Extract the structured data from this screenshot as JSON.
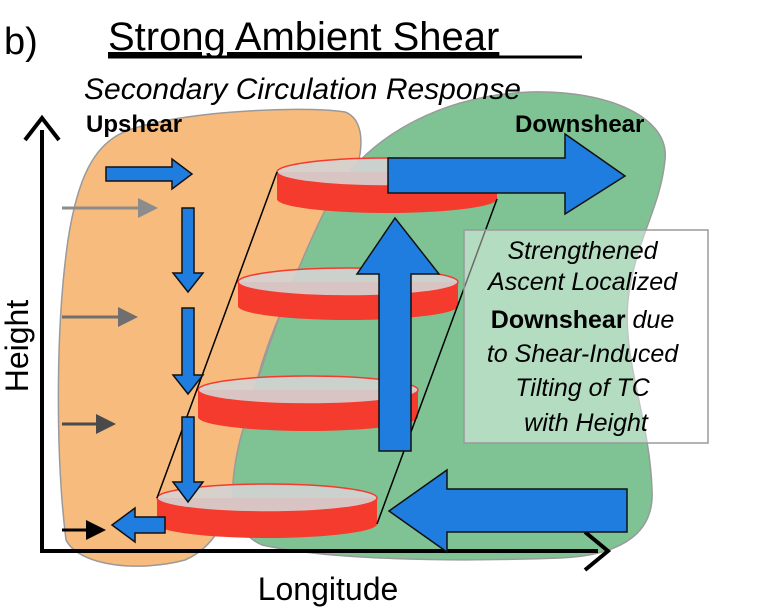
{
  "panel_label": "b)",
  "title": "Strong Ambient Shear",
  "subtitle": "Secondary Circulation Response",
  "region_labels": {
    "upshear": "Upshear",
    "downshear": "Downshear"
  },
  "axes": {
    "ylabel": "Height",
    "xlabel": "Longitude"
  },
  "annotation": {
    "lines": [
      "Strengthened",
      "Ascent Localized",
      {
        "bold": "Downshear",
        "italic": " due"
      },
      "to Shear-Induced",
      "Tilting of TC",
      "with Height"
    ]
  },
  "colors": {
    "upshear_region": "#f7bb7e",
    "downshear_region": "#7fc394",
    "arrow_blue": "#1f7de0",
    "ambient_arrow_gray": "#8c8c8c",
    "vortex_red": "#f53a2e",
    "vortex_top": "#c8c8c8"
  }
}
